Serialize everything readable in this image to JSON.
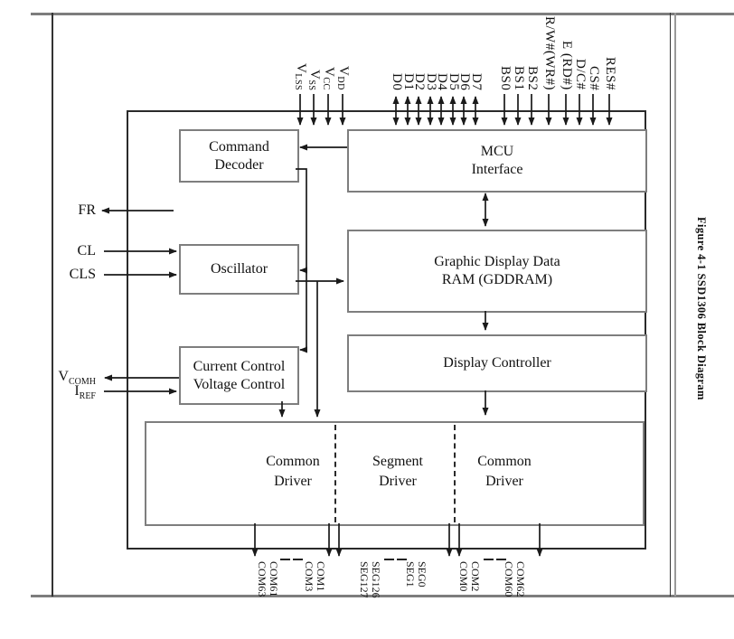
{
  "caption": "Figure 4-1 SSD1306 Block Diagram",
  "colors": {
    "wire": "#1a1a1a",
    "block_border": "#7e7e7e",
    "frame": "#7d7d7d"
  },
  "blocks": {
    "command_decoder": {
      "line1": "Command",
      "line2": "Decoder"
    },
    "mcu_interface": {
      "line1": "MCU",
      "line2": "Interface"
    },
    "oscillator": {
      "line1": "Oscillator"
    },
    "gddram": {
      "line1": "Graphic Display Data",
      "line2": "RAM (GDDRAM)"
    },
    "display_controller": {
      "line1": "Display Controller"
    },
    "current_voltage_control": {
      "line1": "Current Control",
      "line2": "Voltage Control"
    },
    "common_driver_left": {
      "line1": "Common",
      "line2": "Driver"
    },
    "segment_driver": {
      "line1": "Segment",
      "line2": "Driver"
    },
    "common_driver_right": {
      "line1": "Common",
      "line2": "Driver"
    }
  },
  "pins": {
    "top": {
      "power": [
        {
          "base": "V",
          "sub": "LSS"
        },
        {
          "base": "V",
          "sub": "SS"
        },
        {
          "base": "V",
          "sub": "CC"
        },
        {
          "base": "V",
          "sub": "DD"
        }
      ],
      "data_bus": [
        "D0",
        "D1",
        "D2",
        "D3",
        "D4",
        "D5",
        "D6",
        "D7"
      ],
      "bus_select": [
        "BS0",
        "BS1",
        "BS2"
      ],
      "control": [
        "R/W#(WR#)",
        "E (RD#)",
        "D/C#",
        "CS#",
        "RES#"
      ]
    },
    "left": {
      "fr": "FR",
      "cl": "CL",
      "cls": "CLS",
      "vcomh": {
        "base": "V",
        "sub": "COMH"
      },
      "iref": {
        "base": "I",
        "sub": "REF"
      }
    },
    "bottom": {
      "com_left": [
        "COM63",
        "COM61",
        "COM3",
        "COM1"
      ],
      "seg": [
        "SEG127",
        "SEG126",
        "SEG1",
        "SEG0"
      ],
      "com_right": [
        "COM0",
        "COM2",
        "COM60",
        "COM62"
      ]
    }
  }
}
